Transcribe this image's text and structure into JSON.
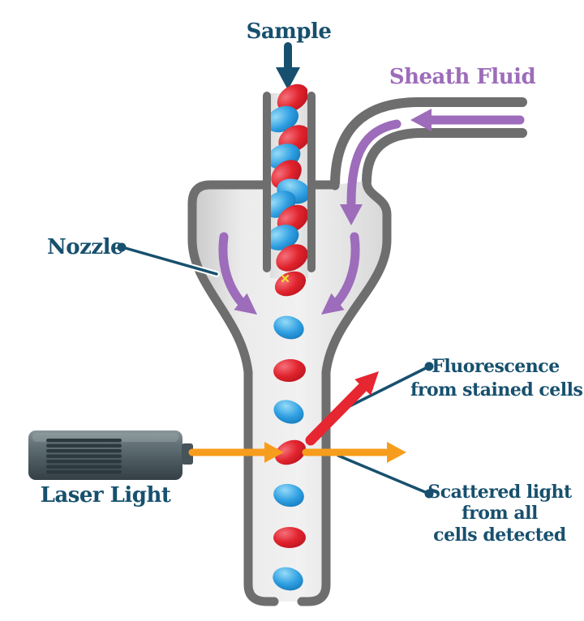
{
  "labels": {
    "sample": "Sample",
    "sheath_fluid": "Sheath Fluid",
    "nozzle": "Nozzle",
    "laser_light": "Laser Light",
    "fluorescence": {
      "line1": "Fluorescence",
      "line2": "from stained cells"
    },
    "scattered": {
      "line1": "Scattered light",
      "line2": "from all",
      "line3": "cells detected"
    }
  },
  "colors": {
    "label_text_teal": "#17506e",
    "sheath_purple": "#9d6cba",
    "outline_gray": "#6e6e6e",
    "funnel_fill_gray": "#e9e9e9",
    "laser_beam_orange": "#f79d1d",
    "fluorescence_arrow_red": "#e62630",
    "cell_red": "#e1242e",
    "cell_blue": "#2f9fe2",
    "laser_body_gray": "#5d6c70",
    "background": "#ffffff"
  },
  "arrows": {
    "sample_flow_direction": "down",
    "sheath_flow_direction": "left then down into nozzle",
    "laser_beam_direction": "right through cell stream",
    "fluorescence_direction": "up-right from stained cell",
    "scattered_light_direction": "right"
  }
}
